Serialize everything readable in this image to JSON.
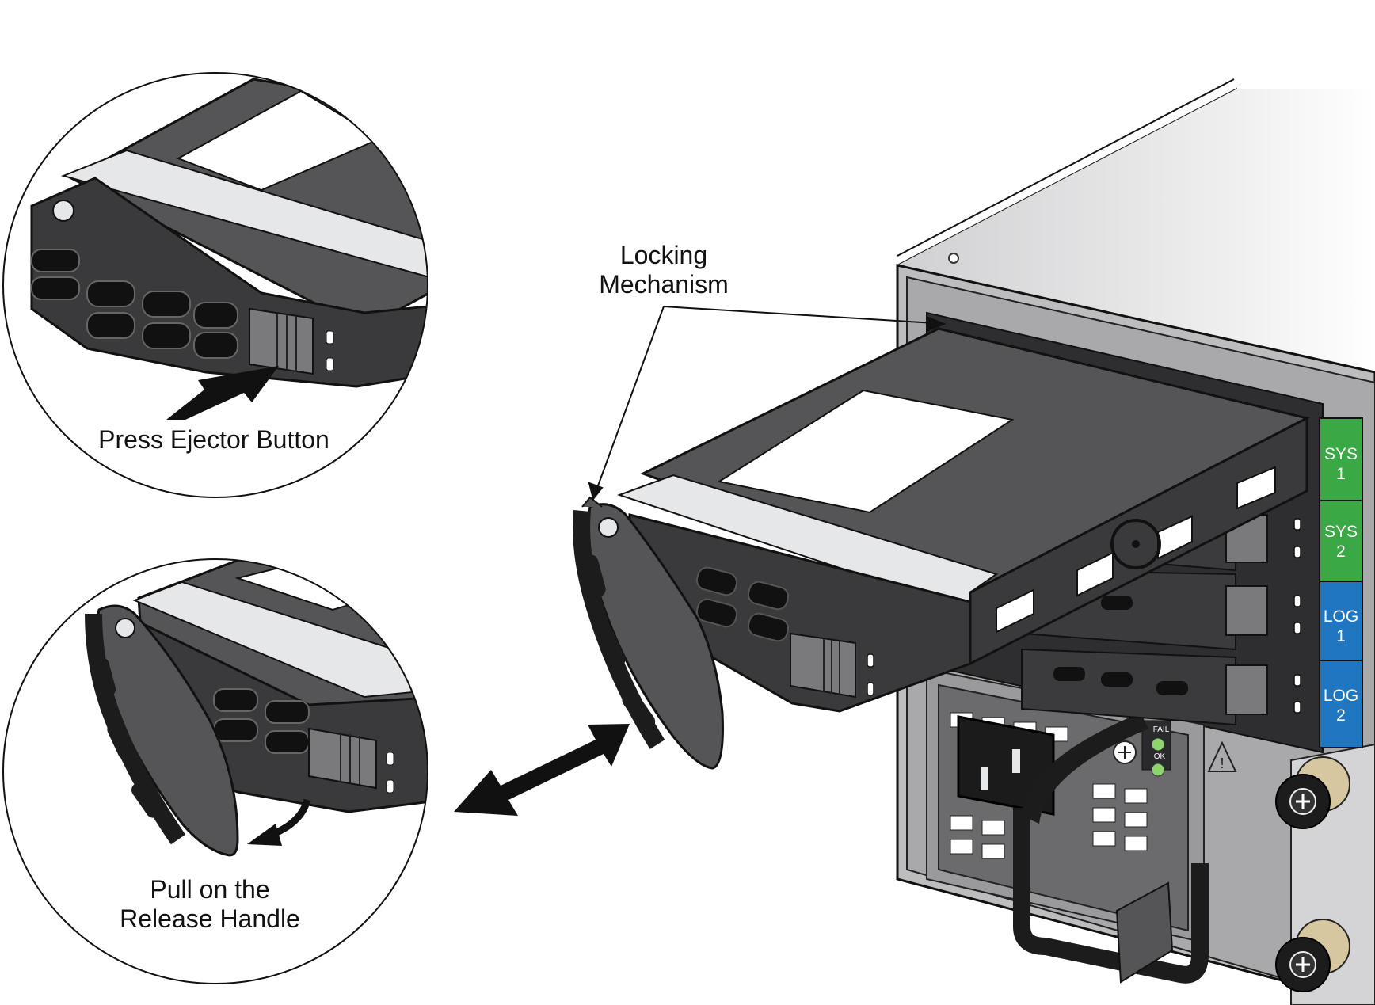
{
  "callouts": {
    "locking_mechanism": [
      "Locking",
      "Mechanism"
    ],
    "press_ejector": "Press Ejector Button",
    "pull_release": [
      "Pull on the",
      "Release Handle"
    ]
  },
  "bays": [
    {
      "line1": "SYS",
      "line2": "1",
      "color": "#3aa845"
    },
    {
      "line1": "SYS",
      "line2": "2",
      "color": "#3aa845"
    },
    {
      "line1": "LOG",
      "line2": "1",
      "color": "#1e77c0"
    },
    {
      "line1": "LOG",
      "line2": "2",
      "color": "#1e77c0"
    }
  ],
  "psu_leds": [
    "FAIL",
    "OK"
  ],
  "colors": {
    "drive_dark": "#555557",
    "drive_darker": "#3a3a3c",
    "label_light": "#e6e7e8",
    "chassis_light": "#c9c9cb",
    "led_green": "#8dd36e"
  }
}
